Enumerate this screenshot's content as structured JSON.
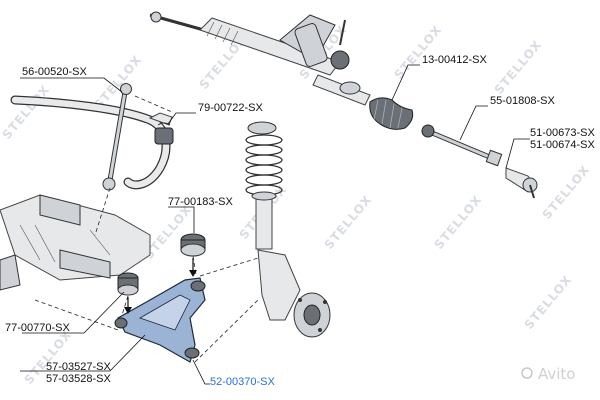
{
  "watermark": {
    "text": "STELLOX"
  },
  "brand": {
    "text": "Avito"
  },
  "colors": {
    "highlight": "#2a6fdb",
    "arm_fill": "#9bb4d6"
  },
  "labels": {
    "l1": "56-00520-SX",
    "l2": "79-00722-SX",
    "l3": "13-00412-SX",
    "l4": "55-01808-SX",
    "l5": "51-00673-SX",
    "l6": "51-00674-SX",
    "l7": "77-00183-SX",
    "l8": "77-00770-SX",
    "l9": "57-03527-SX",
    "l10": "57-03528-SX",
    "l11": "52-00370-SX"
  }
}
